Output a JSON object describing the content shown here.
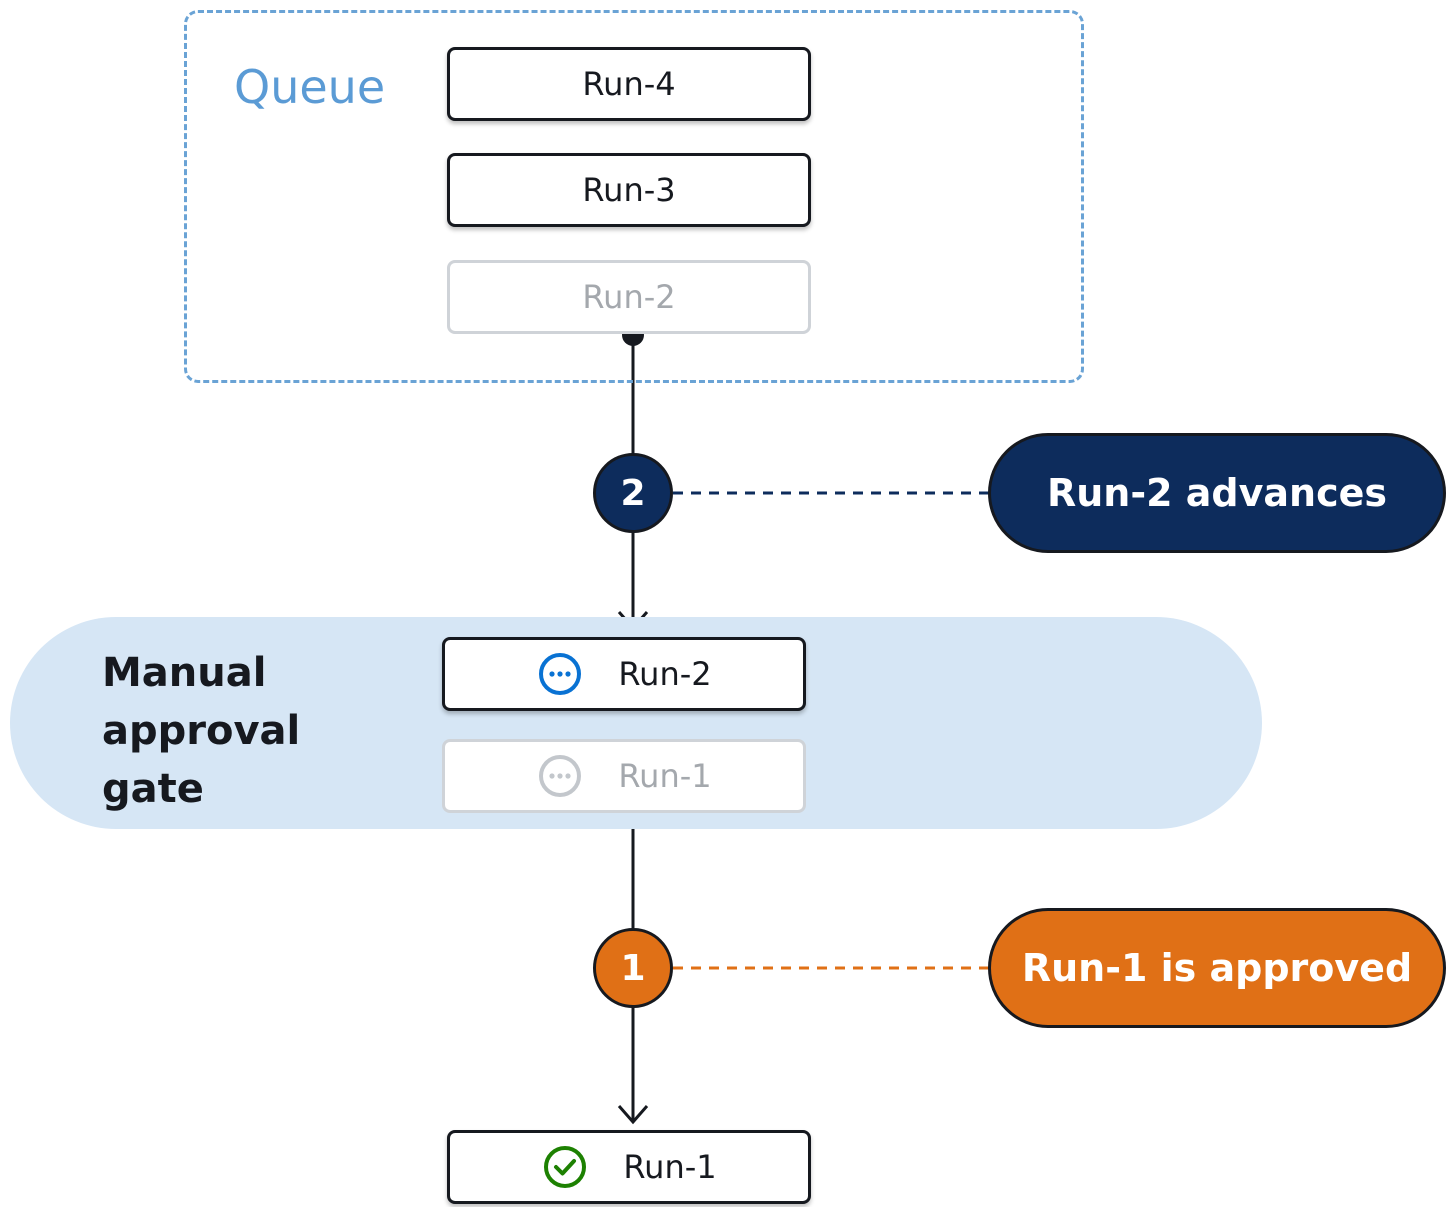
{
  "queue": {
    "label": "Queue",
    "runs": [
      {
        "label": "Run-4",
        "state": "active"
      },
      {
        "label": "Run-3",
        "state": "active"
      },
      {
        "label": "Run-2",
        "state": "faded"
      }
    ]
  },
  "gate": {
    "label_lines": [
      "Manual",
      "approval",
      "gate"
    ],
    "runs": [
      {
        "label": "Run-2",
        "state": "active",
        "icon": "pending-ellipsis-icon"
      },
      {
        "label": "Run-1",
        "state": "faded",
        "icon": "pending-ellipsis-icon"
      }
    ]
  },
  "steps": [
    {
      "number": "2",
      "callout": "Run-2 advances",
      "color": "#0d2c5c"
    },
    {
      "number": "1",
      "callout": "Run-1 is approved",
      "color": "#e07016"
    }
  ],
  "result": {
    "label": "Run-1",
    "icon": "success-check-icon",
    "icon_color": "#1d8102"
  },
  "colors": {
    "queue_border": "#6aa3d5",
    "gate_fill": "#d6e6f5",
    "pending_icon": "#0972d3"
  }
}
